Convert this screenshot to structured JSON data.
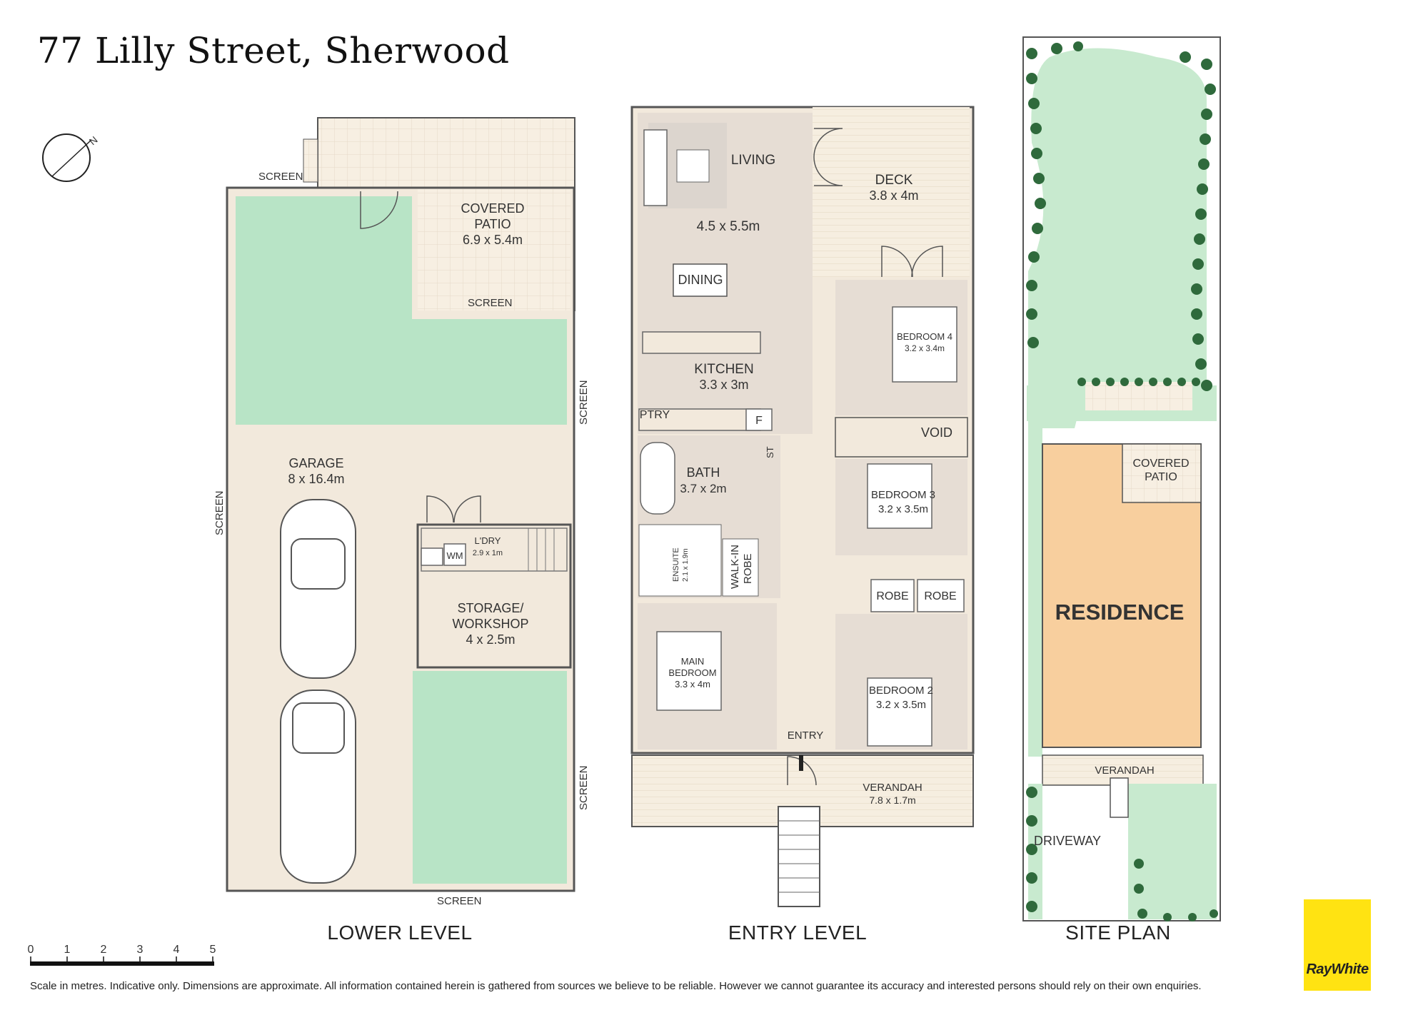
{
  "title": "77 Lilly Street, Sherwood",
  "levels": {
    "lower": "LOWER LEVEL",
    "entry": "ENTRY LEVEL",
    "site": "SITE PLAN"
  },
  "lower_level": {
    "screen": "SCREEN",
    "covered_patio": [
      "COVERED",
      "PATIO",
      "6.9 x 5.4m"
    ],
    "garage": [
      "GARAGE",
      "8 x 16.4m"
    ],
    "laundry": [
      "L'DRY",
      "2.9 x 1m"
    ],
    "wm": "WM",
    "storage": [
      "STORAGE/",
      "WORKSHOP",
      "4 x 2.5m"
    ]
  },
  "entry_level": {
    "living": "LIVING",
    "living_dim": "4.5 x 5.5m",
    "dining": "DINING",
    "deck": [
      "DECK",
      "3.8 x 4m"
    ],
    "kitchen": [
      "KITCHEN",
      "3.3 x 3m"
    ],
    "ptry": "PTRY",
    "f": "F",
    "bedroom4": [
      "BEDROOM 4",
      "3.2 x 3.4m"
    ],
    "void": "VOID",
    "bath": [
      "BATH",
      "3.7 x 2m"
    ],
    "st": "ST",
    "bedroom3": [
      "BEDROOM 3",
      "3.2 x 3.5m"
    ],
    "ensuite": [
      "ENSUITE",
      "2.1 x 1.9m"
    ],
    "walk_in_robe": [
      "WALK-IN",
      "ROBE"
    ],
    "robe": "ROBE",
    "main_bedroom": [
      "MAIN",
      "BEDROOM",
      "3.3 x 4m"
    ],
    "bedroom2": [
      "BEDROOM 2",
      "3.2 x 3.5m"
    ],
    "entry": "ENTRY",
    "verandah": [
      "VERANDAH",
      "7.8 x 1.7m"
    ]
  },
  "site_plan": {
    "covered_patio": [
      "COVERED",
      "PATIO"
    ],
    "residence": "RESIDENCE",
    "verandah": "VERANDAH",
    "driveway": "DRIVEWAY"
  },
  "scale": {
    "ticks": [
      "0",
      "1",
      "2",
      "3",
      "4",
      "5"
    ]
  },
  "compass": "N",
  "disclaimer": "Scale in metres. Indicative only. Dimensions are approximate. All information contained herein is gathered from sources we believe to be reliable. However we cannot guarantee its accuracy and interested persons should rely on their own enquiries.",
  "logo": "RayWhite",
  "colors": {
    "floor": "#f2e9dc",
    "room": "#e6ddd4",
    "deck": "#f7efe2",
    "lawn": "#b8e4c6",
    "grass": "#c8eacf",
    "residence": "#f8cf9e",
    "brand": "#ffe312"
  }
}
